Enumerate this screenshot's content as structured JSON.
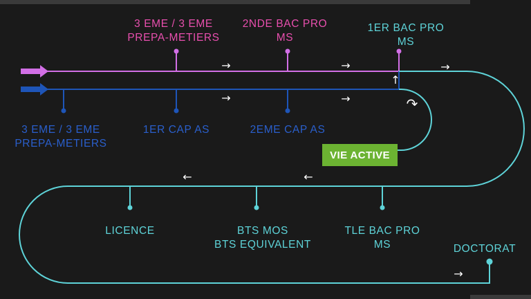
{
  "colors": {
    "background": "#1a1a1a",
    "pink": "#d26fe6",
    "pink_text": "#e84fae",
    "blue": "#1e55b8",
    "blue_text": "#2a5fcc",
    "cyan": "#5ed3d8",
    "green": "#6cb332",
    "white": "#ffffff"
  },
  "pink_track": {
    "labels": [
      {
        "lines": [
          "3 EME / 3 EME",
          "PREPA-METIERS"
        ]
      },
      {
        "lines": [
          "2NDE BAC PRO",
          "MS"
        ]
      }
    ]
  },
  "cyan_top": {
    "label": {
      "lines": [
        "1ER BAC PRO",
        "MS"
      ]
    }
  },
  "blue_track": {
    "labels": [
      {
        "lines": [
          "3 EME / 3 EME",
          "PREPA-METIERS"
        ]
      },
      {
        "lines": [
          "1ER CAP AS"
        ]
      },
      {
        "lines": [
          "2EME CAP AS"
        ]
      }
    ]
  },
  "exit": {
    "label": "VIE ACTIVE"
  },
  "middle_track": {
    "labels": [
      {
        "lines": [
          "LICENCE"
        ]
      },
      {
        "lines": [
          "BTS MOS",
          "BTS EQUIVALENT"
        ]
      },
      {
        "lines": [
          "TLE BAC PRO",
          "MS"
        ]
      }
    ]
  },
  "end": {
    "label": {
      "lines": [
        "DOCTORAT"
      ]
    }
  },
  "arrow_glyphs": {
    "right": "→",
    "left": "←",
    "up": "↑",
    "curve": "↷"
  }
}
